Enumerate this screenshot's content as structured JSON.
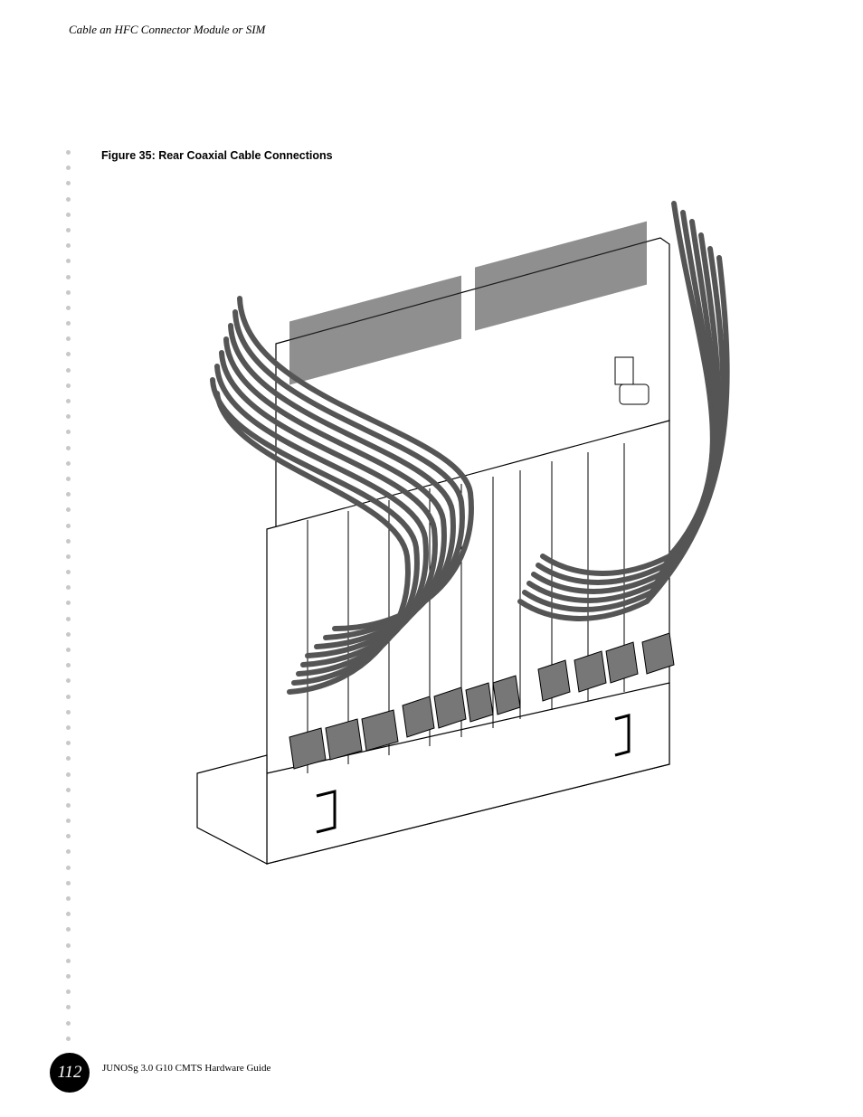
{
  "header": {
    "running_title": "Cable an HFC Connector Module or SIM"
  },
  "figure": {
    "caption": "Figure 35:  Rear Coaxial Cable Connections",
    "illustration": "rear-chassis-coaxial-cables"
  },
  "footer": {
    "page_number": "112",
    "book_title": "JUNOSg 3.0 G10 CMTS Hardware Guide"
  },
  "margin": {
    "dot_count": 58,
    "dot_color": "#c8c8c8"
  }
}
